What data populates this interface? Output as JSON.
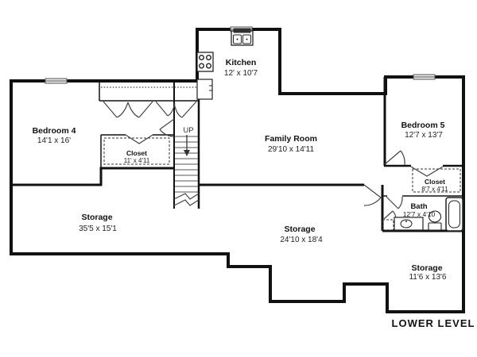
{
  "plan": {
    "level_label": "LOWER LEVEL",
    "stairs_label": "UP",
    "rooms": [
      {
        "name": "Kitchen",
        "dims": "12' x 10'7"
      },
      {
        "name": "Bedroom 4",
        "dims": "14'1 x 16'"
      },
      {
        "name": "Family Room",
        "dims": "29'10 x 14'11"
      },
      {
        "name": "Bedroom 5",
        "dims": "12'7 x 13'7"
      },
      {
        "name": "Closet",
        "dims": "11' x 4'11"
      },
      {
        "name": "Closet",
        "dims": "8'7 x 4'11"
      },
      {
        "name": "Bath",
        "dims": "12'7 x 4'10"
      },
      {
        "name": "Storage",
        "dims": "35'5 x 15'1"
      },
      {
        "name": "Storage",
        "dims": "24'10 x 18'4"
      },
      {
        "name": "Storage",
        "dims": "11'6 x 13'6"
      }
    ],
    "fixtures": [
      "kitchen-sink",
      "stove",
      "kitchen-counter",
      "vanity-sink",
      "toilet",
      "bathtub",
      "stairs-up"
    ],
    "colors": {
      "wall": "#111111",
      "background": "#ffffff"
    }
  }
}
